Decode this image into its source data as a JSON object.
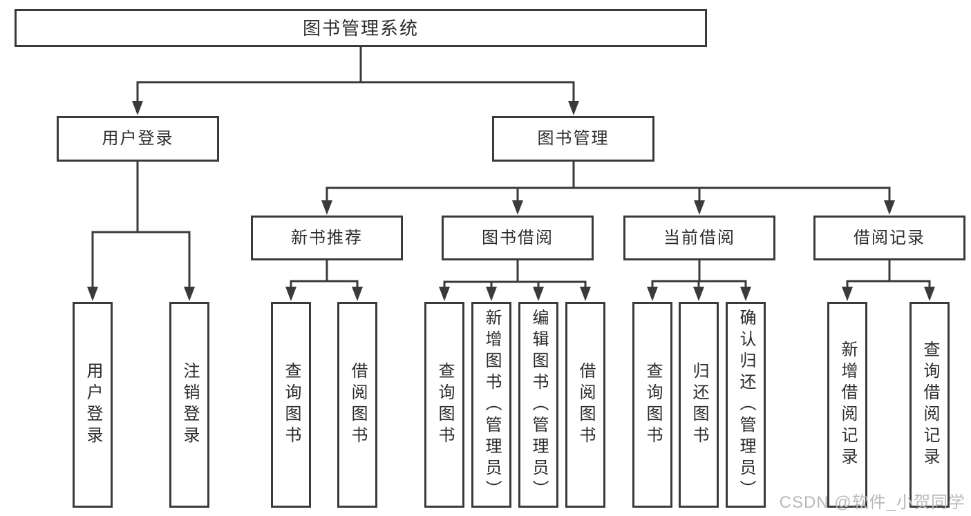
{
  "diagram": {
    "title": "图书管理系统",
    "children": [
      {
        "label": "用户登录",
        "children": [
          {
            "label": "用户登录"
          },
          {
            "label": "注销登录"
          }
        ]
      },
      {
        "label": "图书管理",
        "children": [
          {
            "label": "新书推荐",
            "children": [
              {
                "label": "查询图书"
              },
              {
                "label": "借阅图书"
              }
            ]
          },
          {
            "label": "图书借阅",
            "children": [
              {
                "label": "查询图书"
              },
              {
                "label": "新增图书（管理员）"
              },
              {
                "label": "编辑图书（管理员）"
              },
              {
                "label": "借阅图书"
              }
            ]
          },
          {
            "label": "当前借阅",
            "children": [
              {
                "label": "查询图书"
              },
              {
                "label": "归还图书"
              },
              {
                "label": "确认归还（管理员）"
              }
            ]
          },
          {
            "label": "借阅记录",
            "children": [
              {
                "label": "新增借阅记录"
              },
              {
                "label": "查询借阅记录"
              }
            ]
          }
        ]
      }
    ]
  },
  "watermark": "CSDN @软件_小贺同学",
  "colors": {
    "line": "#3a3a3a",
    "border": "#3a3a3a",
    "text": "#2b2b2b",
    "background": "#ffffff",
    "watermark": "#b9b9b9"
  }
}
